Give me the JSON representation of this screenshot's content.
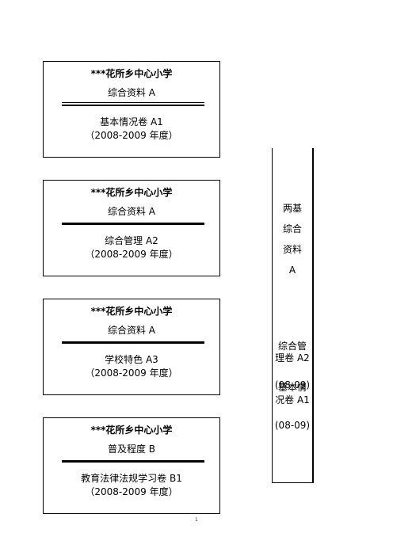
{
  "cards": [
    {
      "school": "***花所乡中心小学",
      "section": "综合资料 A",
      "doc": "基本情况卷 A1",
      "year": "（2008-2009 年度）"
    },
    {
      "school": "***花所乡中心小学",
      "section": "综合资料 A",
      "doc": "综合管理 A2",
      "year": "（2008-2009 年度）"
    },
    {
      "school": "***花所乡中心小学",
      "section": "综合资料 A",
      "doc": "学校特色 A3",
      "year": "（2008-2009 年度）"
    },
    {
      "school": "***花所乡中心小学",
      "section": "普及程度 B",
      "doc": "教育法律法规学习卷 B1",
      "year": "（2008-2009 年度）"
    }
  ],
  "spine": {
    "line1": "两基",
    "line2": "综合",
    "line3": "资料",
    "line4": "A",
    "item_a2_line1": "综合管",
    "item_a2_line2": "理卷 A2",
    "item_a2_year": "(08-09)",
    "item_a1_line1": "基本情",
    "item_a1_line2": "况卷 A1",
    "item_a1_year": "(08-09)"
  },
  "page_number": "1"
}
